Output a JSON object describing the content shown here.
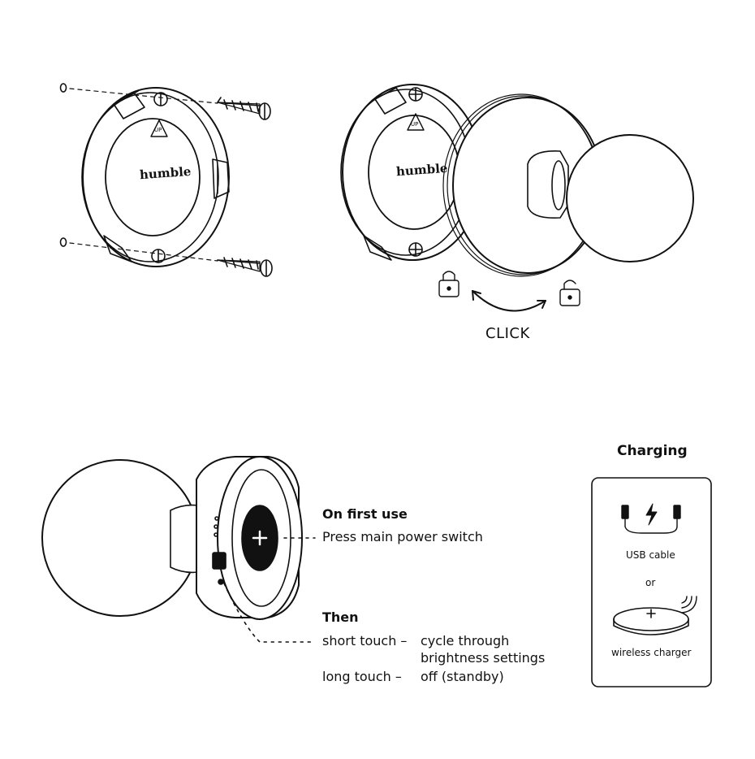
{
  "mount": {
    "brand_text": "humble",
    "up_badge": "UP"
  },
  "attach": {
    "click_label": "CLICK"
  },
  "instructions": {
    "first_use_heading": "On first use",
    "first_use_text": "Press main power switch",
    "then_heading": "Then",
    "short_touch_label": "short touch –",
    "short_touch_action_line1": "cycle through",
    "short_touch_action_line2": "brightness settings",
    "long_touch_label": "long touch –",
    "long_touch_action": "off (standby)"
  },
  "charging": {
    "title": "Charging",
    "usb_label": "USB cable",
    "or_label": "or",
    "wireless_label": "wireless charger"
  },
  "icons": [
    "screw-icon",
    "lock-closed-icon",
    "lock-open-icon",
    "lightning-icon",
    "usb-plug-icon",
    "plus-icon",
    "wireless-signal-icon"
  ]
}
